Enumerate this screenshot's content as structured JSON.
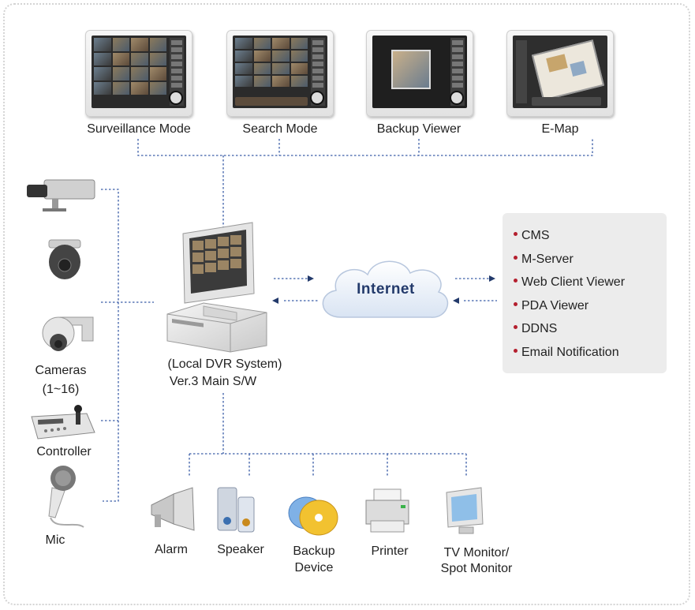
{
  "colors": {
    "wire": "#3b5ea8",
    "arrow": "#233a6b",
    "bullet": "#b41f2e",
    "panel": "#ececec"
  },
  "top_views": [
    {
      "label": "Surveillance Mode",
      "icon": "surveillance-mode-screenshot"
    },
    {
      "label": "Search Mode",
      "icon": "search-mode-screenshot"
    },
    {
      "label": "Backup Viewer",
      "icon": "backup-viewer-screenshot"
    },
    {
      "label": "E-Map",
      "icon": "e-map-screenshot"
    }
  ],
  "inputs": {
    "cameras_label_line1": "Cameras",
    "cameras_label_line2": "(1~16)",
    "controller_label": "Controller",
    "mic_label": "Mic"
  },
  "center": {
    "line1": "(Local DVR System)",
    "line2": "Ver.3 Main S/W",
    "icon": "desktop-pc-icon"
  },
  "internet_label": "Internet",
  "services": [
    "CMS",
    "M-Server",
    "Web Client Viewer",
    "PDA Viewer",
    "DDNS",
    "Email Notification"
  ],
  "outputs": {
    "alarm": "Alarm",
    "speaker": "Speaker",
    "backup_line1": "Backup",
    "backup_line2": "Device",
    "printer": "Printer",
    "tv_line1": "TV Monitor/",
    "tv_line2": "Spot Monitor"
  }
}
